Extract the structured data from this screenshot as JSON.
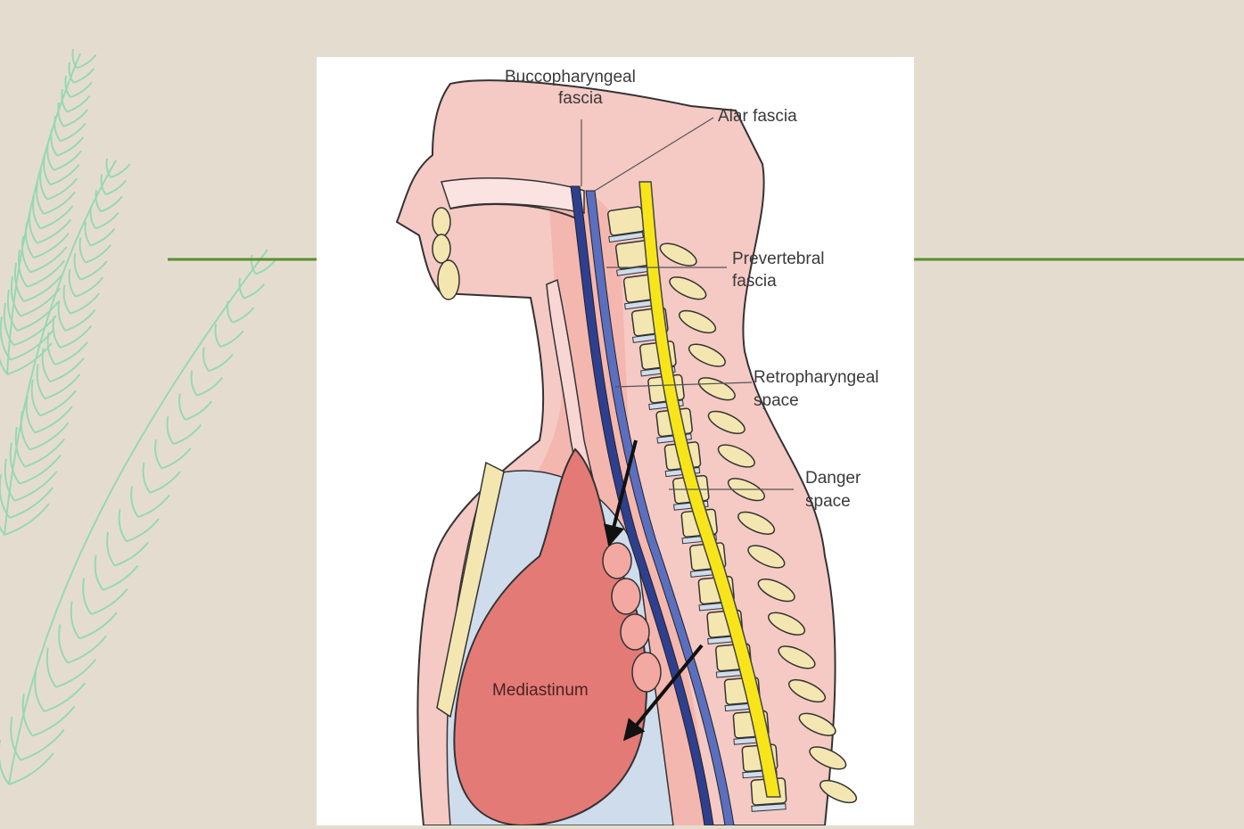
{
  "colors": {
    "background": "#e4ddcf",
    "rule_line": "#5a8f2e",
    "fern": "#8fd8b0",
    "skin": "#f5c9c4",
    "tissue": "#f4b7b0",
    "mediastinum": "#e47a76",
    "bone": "#f3e6b0",
    "spinal_cord": "#f7e51a",
    "fascia_blue": "#2f3f8f",
    "space_blue": "#cfdcec"
  },
  "diagram": {
    "labels": {
      "buccopharyngeal_line1": "Buccopharyngeal",
      "buccopharyngeal_line2": "fascia",
      "alar": "Alar fascia",
      "prevertebral_line1": "Prevertebral",
      "prevertebral_line2": "fascia",
      "retropharyngeal_line1": "Retropharyngeal",
      "retropharyngeal_line2": "space",
      "danger_line1": "Danger",
      "danger_line2": "space",
      "mediastinum": "Mediastinum"
    }
  }
}
